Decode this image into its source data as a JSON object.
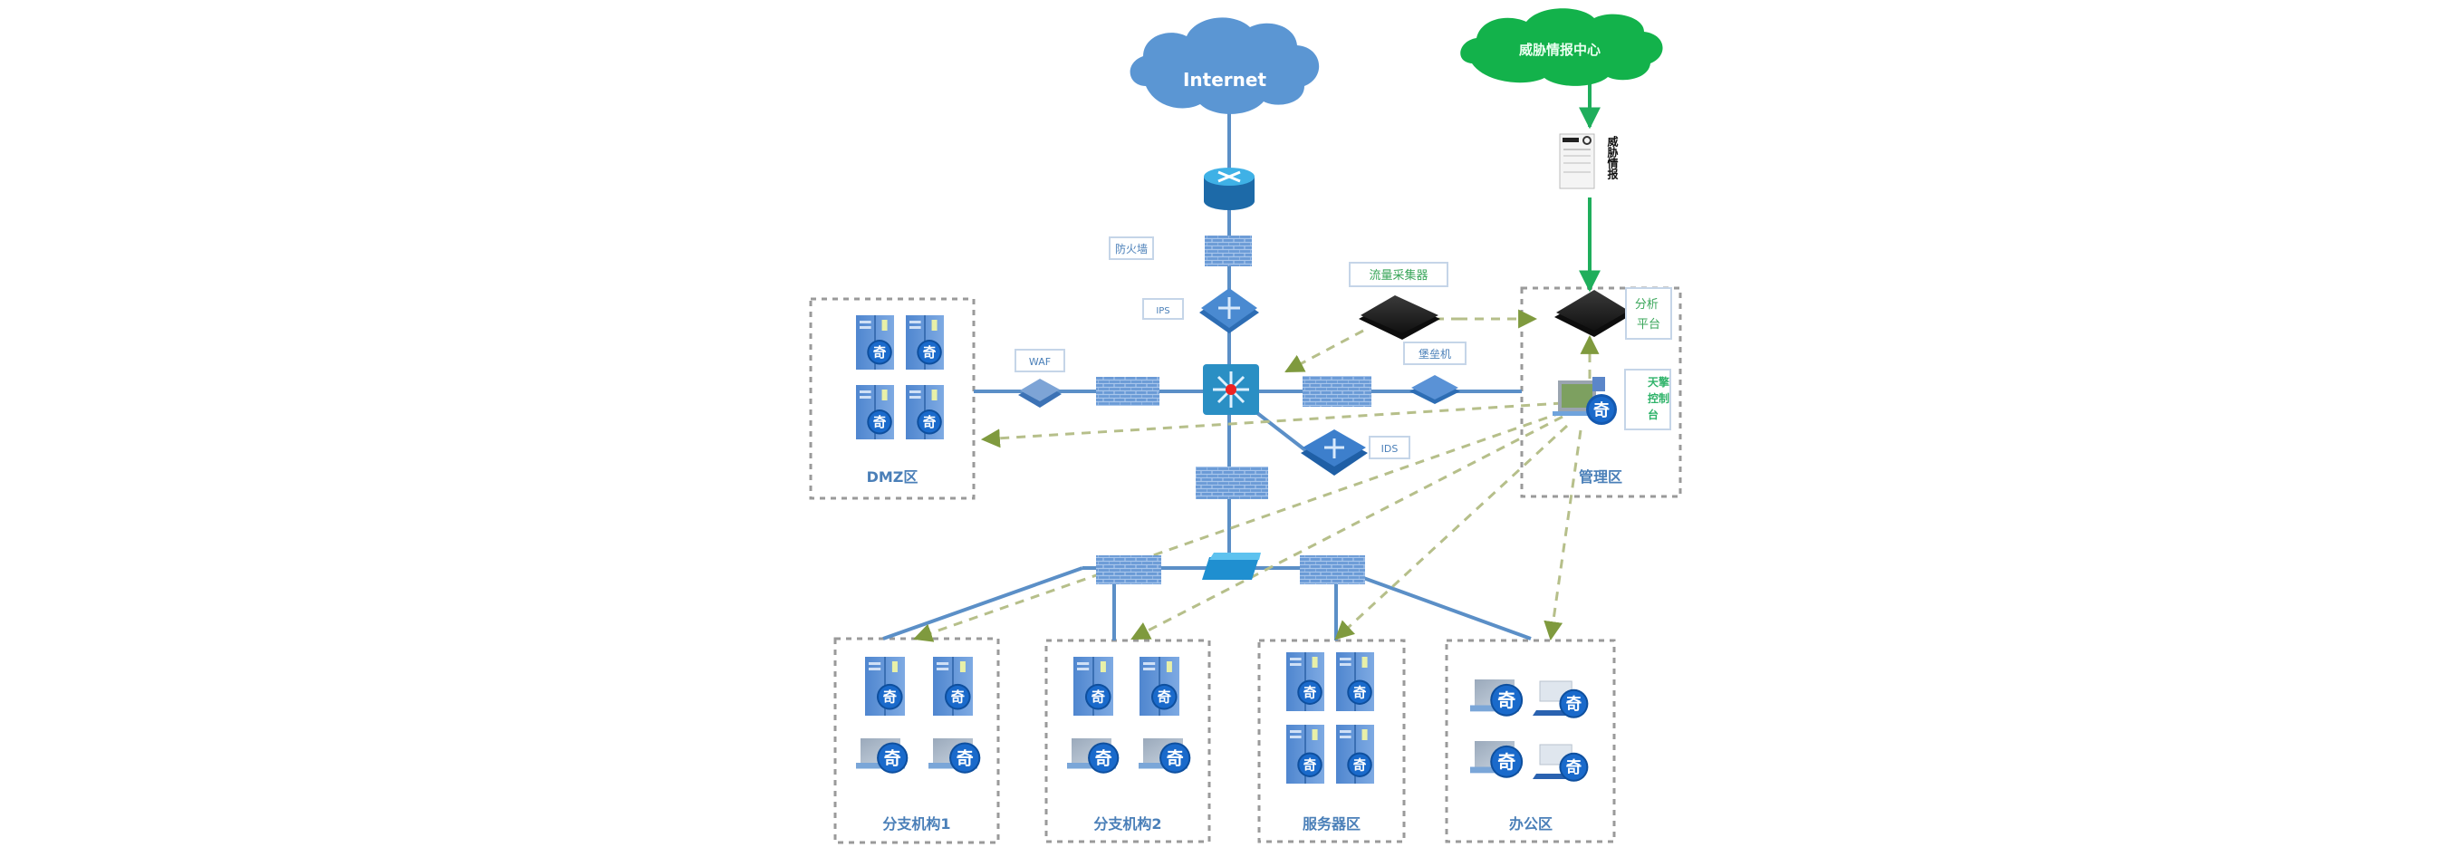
{
  "title": "网络安全拓扑图",
  "colors": {
    "link_blue": "#5b8fc7",
    "cloud_blue": "#5b96d3",
    "cloud_green": "#13b24b",
    "intel_line_green": "#2fb36a",
    "dashed_flow": "#a9b77a",
    "zone_border": "#9a9a9a",
    "firewall_blue": "#6a9ad6",
    "label_blue": "#4a7fb8",
    "label_green": "#3aa65a",
    "agent_badge": "#1459b0"
  },
  "clouds": {
    "internet": "Internet",
    "threat_intel_center": "威胁情报中心"
  },
  "devices": {
    "firewall_label": "防火墙",
    "ips_label": "IPS",
    "waf_label": "WAF",
    "ids_label": "IDS",
    "traffic_collector_label": "流量采集器",
    "bastion_label": "堡垒机",
    "analysis_platform_label": "分析平台",
    "console_label": "天擎控制台",
    "threat_intel_doc_label": "威胁情报"
  },
  "agent_badge_glyph": "奇",
  "zones": [
    {
      "id": "dmz",
      "label": "DMZ区"
    },
    {
      "id": "mgmt",
      "label": "管理区"
    },
    {
      "id": "branch1",
      "label": "分支机构1"
    },
    {
      "id": "branch2",
      "label": "分支机构2"
    },
    {
      "id": "server",
      "label": "服务器区"
    },
    {
      "id": "office",
      "label": "办公区"
    }
  ]
}
